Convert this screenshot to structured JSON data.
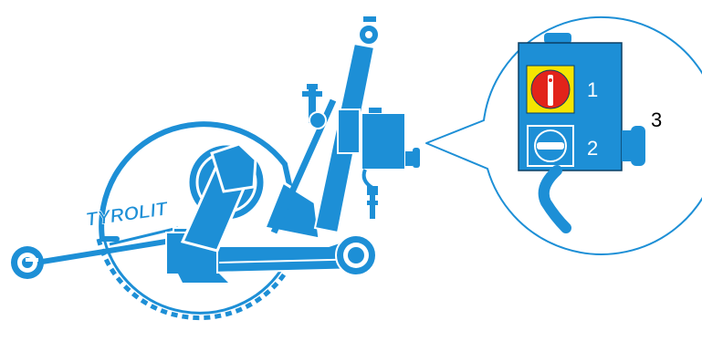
{
  "brand": {
    "logo_text": "TYROLIT"
  },
  "callouts": [
    {
      "number": "1",
      "label": ""
    },
    {
      "number": "2",
      "label": ""
    },
    {
      "number": "3",
      "label": ""
    }
  ],
  "colors": {
    "machine_blue": "#1d8fd6",
    "outline": "#0b3f63",
    "switch_red": "#e2231a",
    "switch_yellow": "#f5e500",
    "background": "#ffffff"
  },
  "icons": [
    "saw-machine-illustration",
    "main-switch-icon",
    "key-switch-icon",
    "push-button-icon",
    "power-cable-icon"
  ]
}
